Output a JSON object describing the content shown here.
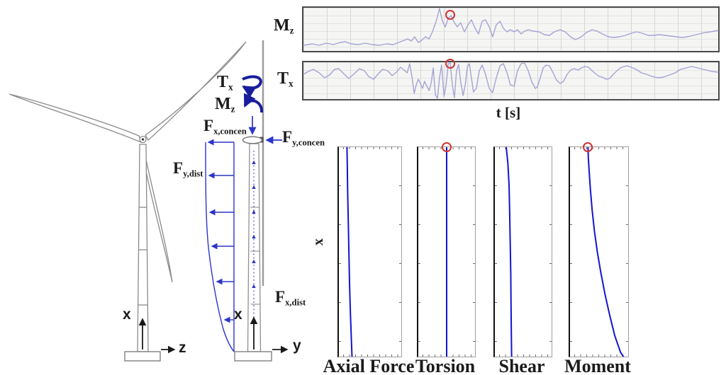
{
  "colors": {
    "diagram_blue": "#2b35c8",
    "moment_navy": "#181d9e",
    "timeseries_line": "#a3a3d6",
    "profile_line": "#1414cc",
    "marker_red": "#d03434",
    "turbine_gray": "#8a8a8a"
  },
  "diagram": {
    "moment_tx": {
      "main": "T",
      "sub": "x"
    },
    "moment_mz": {
      "main": "M",
      "sub": "z"
    },
    "force_x_concen": {
      "main": "F",
      "sub": "x,concen"
    },
    "force_y_concen": {
      "main": "F",
      "sub": "y,concen"
    },
    "force_y_dist": {
      "main": "F",
      "sub": "y,dist"
    },
    "force_x_dist": {
      "main": "F",
      "sub": "x,dist"
    },
    "axis_left": {
      "x": "x",
      "z": "z"
    },
    "axis_mid": {
      "x": "x",
      "y": "y"
    }
  },
  "timeseries": {
    "mz": {
      "label_main": "M",
      "label_sub": "z"
    },
    "tx": {
      "label_main": "T",
      "label_sub": "x"
    },
    "xlabel": "t [s]"
  },
  "profiles": {
    "ylabel": "x",
    "panels": [
      {
        "label": "Axial Force"
      },
      {
        "label": "Torsion"
      },
      {
        "label": "Shear"
      },
      {
        "label": "Moment"
      }
    ]
  },
  "chart_data": [
    {
      "id": "mz_timeseries",
      "type": "line",
      "title": "Mz response vs time",
      "xlabel": "t [s]",
      "legend": "none",
      "grid": true,
      "marker": [
        0.354,
        0.164
      ],
      "points": [
        [
          0,
          0.869
        ],
        [
          0.021,
          0.836
        ],
        [
          0.038,
          0.869
        ],
        [
          0.055,
          0.82
        ],
        [
          0.072,
          0.852
        ],
        [
          0.089,
          0.803
        ],
        [
          0.101,
          0.787
        ],
        [
          0.115,
          0.836
        ],
        [
          0.132,
          0.852
        ],
        [
          0.149,
          0.82
        ],
        [
          0.166,
          0.852
        ],
        [
          0.183,
          0.869
        ],
        [
          0.2,
          0.836
        ],
        [
          0.217,
          0.852
        ],
        [
          0.229,
          0.803
        ],
        [
          0.243,
          0.754
        ],
        [
          0.251,
          0.721
        ],
        [
          0.26,
          0.77
        ],
        [
          0.268,
          0.672
        ],
        [
          0.277,
          0.803
        ],
        [
          0.285,
          0.754
        ],
        [
          0.294,
          0.672
        ],
        [
          0.303,
          0.721
        ],
        [
          0.311,
          0.557
        ],
        [
          0.32,
          0.311
        ],
        [
          0.328,
          0.016
        ],
        [
          0.335,
          0.311
        ],
        [
          0.342,
          0.443
        ],
        [
          0.349,
          0.246
        ],
        [
          0.356,
          0.18
        ],
        [
          0.362,
          0.311
        ],
        [
          0.371,
          0.443
        ],
        [
          0.379,
          0.344
        ],
        [
          0.388,
          0.557
        ],
        [
          0.397,
          0.393
        ],
        [
          0.405,
          0.279
        ],
        [
          0.414,
          0.475
        ],
        [
          0.422,
          0.607
        ],
        [
          0.431,
          0.311
        ],
        [
          0.439,
          0.279
        ],
        [
          0.448,
          0.443
        ],
        [
          0.456,
          0.672
        ],
        [
          0.465,
          0.393
        ],
        [
          0.474,
          0.311
        ],
        [
          0.482,
          0.475
        ],
        [
          0.491,
          0.557
        ],
        [
          0.499,
          0.508
        ],
        [
          0.508,
          0.557
        ],
        [
          0.516,
          0.508
        ],
        [
          0.525,
          0.607
        ],
        [
          0.533,
          0.541
        ],
        [
          0.542,
          0.508
        ],
        [
          0.554,
          0.541
        ],
        [
          0.568,
          0.557
        ],
        [
          0.581,
          0.623
        ],
        [
          0.593,
          0.639
        ],
        [
          0.605,
          0.557
        ],
        [
          0.619,
          0.508
        ],
        [
          0.631,
          0.557
        ],
        [
          0.644,
          0.672
        ],
        [
          0.656,
          0.738
        ],
        [
          0.67,
          0.672
        ],
        [
          0.682,
          0.574
        ],
        [
          0.696,
          0.508
        ],
        [
          0.708,
          0.541
        ],
        [
          0.721,
          0.607
        ],
        [
          0.735,
          0.672
        ],
        [
          0.749,
          0.689
        ],
        [
          0.762,
          0.672
        ],
        [
          0.776,
          0.639
        ],
        [
          0.79,
          0.59
        ],
        [
          0.803,
          0.557
        ],
        [
          0.817,
          0.59
        ],
        [
          0.831,
          0.639
        ],
        [
          0.844,
          0.639
        ],
        [
          0.858,
          0.623
        ],
        [
          0.872,
          0.639
        ],
        [
          0.885,
          0.656
        ],
        [
          0.899,
          0.672
        ],
        [
          0.913,
          0.689
        ],
        [
          0.926,
          0.672
        ],
        [
          0.94,
          0.639
        ],
        [
          0.954,
          0.607
        ],
        [
          0.968,
          0.574
        ],
        [
          0.981,
          0.557
        ],
        [
          1,
          0.525
        ]
      ]
    },
    {
      "id": "tx_timeseries",
      "type": "line",
      "title": "Tx response vs time",
      "xlabel": "t [s]",
      "legend": "none",
      "grid": true,
      "marker": [
        0.354,
        0.04
      ],
      "points": [
        [
          0,
          0.327
        ],
        [
          0.012,
          0.25
        ],
        [
          0.024,
          0.192
        ],
        [
          0.038,
          0.288
        ],
        [
          0.051,
          0.423
        ],
        [
          0.063,
          0.346
        ],
        [
          0.075,
          0.192
        ],
        [
          0.085,
          0.173
        ],
        [
          0.097,
          0.308
        ],
        [
          0.109,
          0.442
        ],
        [
          0.123,
          0.308
        ],
        [
          0.135,
          0.173
        ],
        [
          0.147,
          0.231
        ],
        [
          0.157,
          0.385
        ],
        [
          0.169,
          0.462
        ],
        [
          0.181,
          0.308
        ],
        [
          0.191,
          0.192
        ],
        [
          0.203,
          0.231
        ],
        [
          0.214,
          0.365
        ],
        [
          0.226,
          0.25
        ],
        [
          0.234,
          0.135
        ],
        [
          0.243,
          0.212
        ],
        [
          0.25,
          0.288
        ],
        [
          0.256,
          0.038
        ],
        [
          0.262,
          0.423
        ],
        [
          0.267,
          0.846
        ],
        [
          0.272,
          0.615
        ],
        [
          0.277,
          0.462
        ],
        [
          0.282,
          0.577
        ],
        [
          0.287,
          0.712
        ],
        [
          0.292,
          0.519
        ],
        [
          0.297,
          0.635
        ],
        [
          0.303,
          0.769
        ],
        [
          0.308,
          0.558
        ],
        [
          0.313,
          0.154
        ],
        [
          0.318,
          0.885
        ],
        [
          0.323,
          0.981
        ],
        [
          0.328,
          0.423
        ],
        [
          0.333,
          0.077
        ],
        [
          0.339,
          0.923
        ],
        [
          0.344,
          0.615
        ],
        [
          0.349,
          0.038
        ],
        [
          0.354,
          0.019
        ],
        [
          0.359,
          0.615
        ],
        [
          0.364,
          0.962
        ],
        [
          0.369,
          0.231
        ],
        [
          0.374,
          0.058
        ],
        [
          0.379,
          0.519
        ],
        [
          0.385,
          0.904
        ],
        [
          0.39,
          0.615
        ],
        [
          0.395,
          0.135
        ],
        [
          0.4,
          0.038
        ],
        [
          0.405,
          0.423
        ],
        [
          0.41,
          0.808
        ],
        [
          0.417,
          0.712
        ],
        [
          0.424,
          0.231
        ],
        [
          0.431,
          0.077
        ],
        [
          0.439,
          0.327
        ],
        [
          0.448,
          0.712
        ],
        [
          0.456,
          0.827
        ],
        [
          0.465,
          0.423
        ],
        [
          0.474,
          0.096
        ],
        [
          0.482,
          0.038
        ],
        [
          0.491,
          0.288
        ],
        [
          0.499,
          0.615
        ],
        [
          0.508,
          0.654
        ],
        [
          0.516,
          0.231
        ],
        [
          0.525,
          0.038
        ],
        [
          0.533,
          0.019
        ],
        [
          0.542,
          0.231
        ],
        [
          0.55,
          0.519
        ],
        [
          0.559,
          0.712
        ],
        [
          0.564,
          0.673
        ],
        [
          0.571,
          0.423
        ],
        [
          0.578,
          0.154
        ],
        [
          0.585,
          0.077
        ],
        [
          0.593,
          0.096
        ],
        [
          0.602,
          0.288
        ],
        [
          0.61,
          0.481
        ],
        [
          0.619,
          0.577
        ],
        [
          0.627,
          0.519
        ],
        [
          0.636,
          0.327
        ],
        [
          0.644,
          0.212
        ],
        [
          0.653,
          0.173
        ],
        [
          0.662,
          0.212
        ],
        [
          0.67,
          0.154
        ],
        [
          0.679,
          0.115
        ],
        [
          0.687,
          0.135
        ],
        [
          0.696,
          0.231
        ],
        [
          0.704,
          0.308
        ],
        [
          0.713,
          0.385
        ],
        [
          0.721,
          0.404
        ],
        [
          0.73,
          0.462
        ],
        [
          0.738,
          0.442
        ],
        [
          0.747,
          0.327
        ],
        [
          0.756,
          0.231
        ],
        [
          0.764,
          0.154
        ],
        [
          0.773,
          0.115
        ],
        [
          0.781,
          0.096
        ],
        [
          0.79,
          0.135
        ],
        [
          0.802,
          0.192
        ],
        [
          0.815,
          0.288
        ],
        [
          0.827,
          0.327
        ],
        [
          0.841,
          0.385
        ],
        [
          0.855,
          0.423
        ],
        [
          0.868,
          0.404
        ],
        [
          0.882,
          0.346
        ],
        [
          0.896,
          0.288
        ],
        [
          0.909,
          0.192
        ],
        [
          0.923,
          0.154
        ],
        [
          0.935,
          0.115
        ],
        [
          0.944,
          0.135
        ],
        [
          0.957,
          0.173
        ],
        [
          0.971,
          0.212
        ],
        [
          0.985,
          0.25
        ],
        [
          1,
          0.269
        ]
      ]
    },
    {
      "id": "axial_force_profile",
      "type": "line",
      "title": "Axial Force vs height x",
      "points": [
        [
          0.13,
          0
        ],
        [
          0.135,
          0.1
        ],
        [
          0.14,
          0.2
        ],
        [
          0.15,
          0.35
        ],
        [
          0.16,
          0.5
        ],
        [
          0.17,
          0.65
        ],
        [
          0.185,
          0.8
        ],
        [
          0.2,
          0.92
        ],
        [
          0.21,
          1
        ]
      ]
    },
    {
      "id": "torsion_profile",
      "type": "line",
      "title": "Torsion vs height x",
      "marker": [
        0.5,
        0
      ],
      "points": [
        [
          0.5,
          0
        ],
        [
          0.5,
          1
        ]
      ]
    },
    {
      "id": "shear_profile",
      "type": "line",
      "title": "Shear vs height x",
      "points": [
        [
          0.2,
          0
        ],
        [
          0.23,
          0.08
        ],
        [
          0.25,
          0.18
        ],
        [
          0.26,
          0.3
        ],
        [
          0.27,
          0.45
        ],
        [
          0.28,
          0.6
        ],
        [
          0.285,
          0.75
        ],
        [
          0.29,
          0.88
        ],
        [
          0.295,
          1
        ]
      ]
    },
    {
      "id": "moment_profile",
      "type": "line",
      "title": "Moment vs height x",
      "marker": [
        0.31,
        0
      ],
      "points": [
        [
          0.31,
          0
        ],
        [
          0.315,
          0.05
        ],
        [
          0.33,
          0.12
        ],
        [
          0.35,
          0.2
        ],
        [
          0.38,
          0.3
        ],
        [
          0.42,
          0.4
        ],
        [
          0.47,
          0.5
        ],
        [
          0.53,
          0.6
        ],
        [
          0.6,
          0.7
        ],
        [
          0.68,
          0.8
        ],
        [
          0.77,
          0.9
        ],
        [
          0.87,
          0.98
        ],
        [
          0.92,
          1
        ]
      ]
    }
  ]
}
